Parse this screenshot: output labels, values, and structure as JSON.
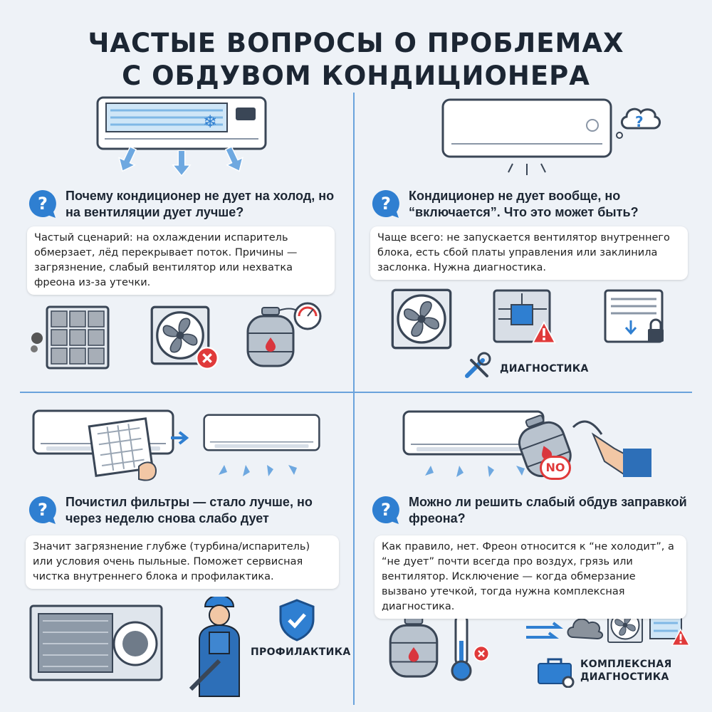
{
  "title": {
    "line1": "ЧАСТЫЕ ВОПРОСЫ О ПРОБЛЕМАХ",
    "line2": "С ОБДУВОМ КОНДИЦИОНЕРА"
  },
  "colors": {
    "accent": "#2f7fd1",
    "divider": "#6aa3dc",
    "background": "#eef2f7",
    "alert": "#e03a3a"
  },
  "faq": [
    {
      "question": "Почему кондиционер не дует на холод, но на вентиляции дует лучше?",
      "answer": "Частый сценарий: на охлаждении испаритель обмерзает, лёд перекрывает поток. Причины — загрязнение, слабый вентилятор или нехватка фреона из-за утечки.",
      "icons": [
        "frozen-ac-icon",
        "dirty-filter-icon",
        "fan-error-icon",
        "freon-cylinder-gauge-icon"
      ]
    },
    {
      "question": "Кондиционер не дует вообще, но “включается”. Что это может быть?",
      "answer": "Чаще всего: не запускается вентилятор внутреннего блока, есть сбой платы управления или заклинила заслонка. Нужна диагностика.",
      "icons": [
        "ac-unit-question-icon",
        "fan-icon",
        "control-board-warning-icon",
        "louver-lock-icon",
        "tools-icon"
      ],
      "label": "ДИАГНОСТИКА"
    },
    {
      "question": "Почистил фильтры — стало лучше, но через неделю снова слабо дует",
      "answer": "Значит загрязнение глубже (турбина/испаритель) или условия очень пыльные. Поможет сервисная чистка внутреннего блока и профилактика.",
      "icons": [
        "filter-cleaning-icon",
        "dirty-evaporator-icon",
        "technician-icon",
        "shield-check-icon"
      ],
      "label": "ПРОФИЛАКТИКА"
    },
    {
      "question": "Можно ли решить слабый обдув заправкой фреона?",
      "answer": "Как правило, нет. Фреон относится к “не холодит”, а “не дует” почти всегда про воздух, грязь или вентилятор. Исключение — когда обмерзание вызвано утечкой, тогда нужна комплексная диагностика.",
      "icons": [
        "freon-refill-no-icon",
        "freon-cylinder-icon",
        "thermometer-icon",
        "airflow-icon",
        "dust-icon",
        "fan-icon",
        "ice-warning-icon",
        "toolbox-icon"
      ],
      "badge": "NO",
      "label_line1": "КОМПЛЕКСНАЯ",
      "label_line2": "ДИАГНОСТИКА"
    }
  ]
}
